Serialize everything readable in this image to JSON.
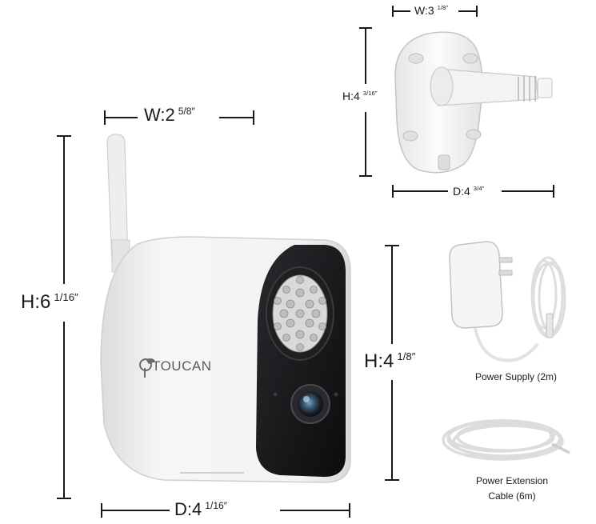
{
  "camera": {
    "width_label": {
      "main": "W:2",
      "fraction": "5/8″"
    },
    "height_label": {
      "main": "H:6",
      "fraction": "1/16″"
    },
    "body_height_label": {
      "main": "H:4",
      "fraction": "1/8″"
    },
    "depth_label": {
      "main": "D:4",
      "fraction": "1/16″"
    },
    "brand": "TOUCAN"
  },
  "mount": {
    "width_label": {
      "main": "W:3",
      "fraction": "1/8″"
    },
    "height_label": {
      "main": "H:4",
      "fraction": "3/16″"
    },
    "depth_label": {
      "main": "D:4",
      "fraction": "3/4″"
    }
  },
  "accessories": {
    "power_supply_caption": "Power Supply (2m)",
    "extension_caption_line1": "Power Extension",
    "extension_caption_line2": "Cable (6m)"
  },
  "colors": {
    "body": "#f4f4f4",
    "face": "#141416",
    "line": "#1a1a1a"
  }
}
